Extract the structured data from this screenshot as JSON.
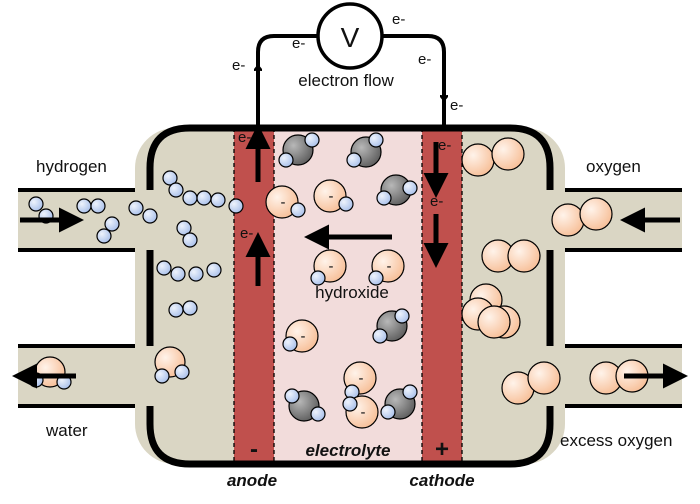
{
  "labels": {
    "hydrogen": "hydrogen",
    "oxygen": "oxygen",
    "water": "water",
    "excess_oxygen": "excess oxygen",
    "electron_flow": "electron flow",
    "hydroxide": "hydroxide",
    "electrolyte": "electrolyte",
    "anode": "anode",
    "cathode": "cathode",
    "voltmeter": "V",
    "anode_sign": "-",
    "cathode_sign": "+",
    "electron": "e-",
    "hydroxide_charge": "-"
  },
  "colors": {
    "chamber": "#dad6c4",
    "electrode": "#c0504d",
    "electrolyte": "#f2dcdb",
    "hydrogen_atom": "#b9cdef",
    "oxygen_atom": "#fbcfae",
    "water_oxygen": "#7f7f7f",
    "outline": "#000000"
  }
}
